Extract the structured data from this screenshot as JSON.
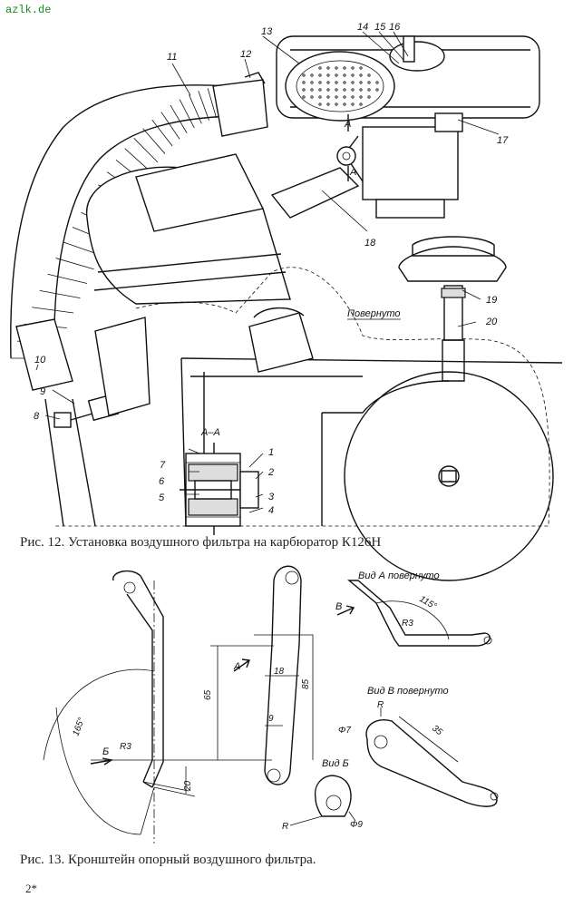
{
  "watermark": "azlk.de",
  "figure12": {
    "caption": "Рис. 12. Установка воздушного фильтра на карбюратор К126Н",
    "callouts": [
      "1",
      "2",
      "3",
      "4",
      "5",
      "6",
      "7",
      "8",
      "9",
      "10",
      "11",
      "12",
      "13",
      "14",
      "15",
      "16",
      "17",
      "18",
      "19",
      "20"
    ],
    "section_label": "А–А",
    "view_a_mark": "А",
    "rotated_label": "Повернуто"
  },
  "figure13": {
    "caption": "Рис. 13. Кронштейн опорный воздушного фильтра.",
    "view_a_title": "Вид А повернуто",
    "view_b_title": "Вид В повернуто",
    "view_b_small_title": "Вид Б",
    "arrow_a": "А",
    "arrow_b": "Б",
    "arrow_v": "В",
    "dims": {
      "angle_165": "165°",
      "angle_115": "115°",
      "r3_side": "R3",
      "r3_view": "R3",
      "d65": "65",
      "d85": "85",
      "d18": "18",
      "d9": "9",
      "d20": "20",
      "d35": "35",
      "phi7": "Φ7",
      "phi9": "Φ9",
      "r_top": "R",
      "r_bottom": "R"
    }
  },
  "page_number": "2*"
}
